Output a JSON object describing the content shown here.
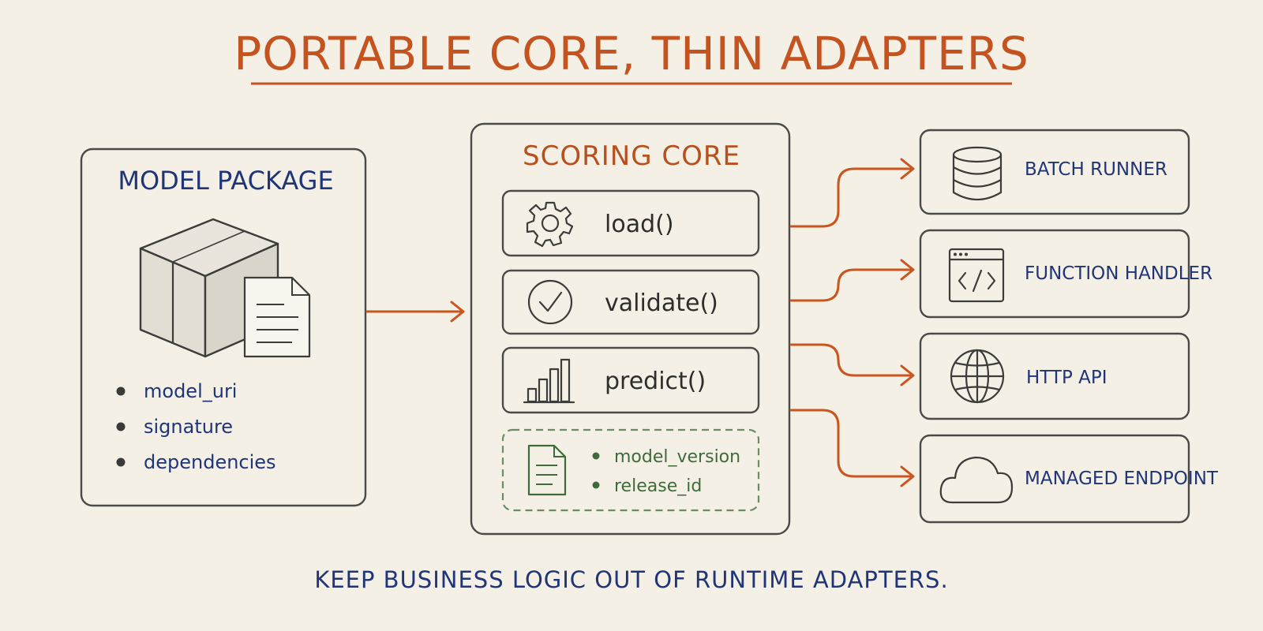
{
  "title": "PORTABLE CORE, THIN ADAPTERS",
  "model_package": {
    "heading": "MODEL PACKAGE",
    "items": [
      "model_uri",
      "signature",
      "dependencies"
    ]
  },
  "scoring_core": {
    "heading": "SCORING CORE",
    "functions": [
      {
        "label": "load()",
        "icon": "gear-icon"
      },
      {
        "label": "validate()",
        "icon": "check-circle-icon"
      },
      {
        "label": "predict()",
        "icon": "bar-chart-icon"
      }
    ],
    "metadata": [
      "model_version",
      "release_id"
    ]
  },
  "adapters": [
    {
      "label": "BATCH RUNNER",
      "icon": "database-icon"
    },
    {
      "label": "FUNCTION HANDLER",
      "icon": "code-window-icon"
    },
    {
      "label": "HTTP API",
      "icon": "globe-icon"
    },
    {
      "label": "MANAGED ENDPOINT",
      "icon": "cloud-icon"
    }
  ],
  "footer": "KEEP BUSINESS LOGIC OUT OF RUNTIME ADAPTERS.",
  "colors": {
    "background": "#f5f0e6",
    "accent_orange": "#c4531f",
    "navy": "#1f3577",
    "green": "#3f6b3c",
    "stroke": "#4a4a48"
  }
}
